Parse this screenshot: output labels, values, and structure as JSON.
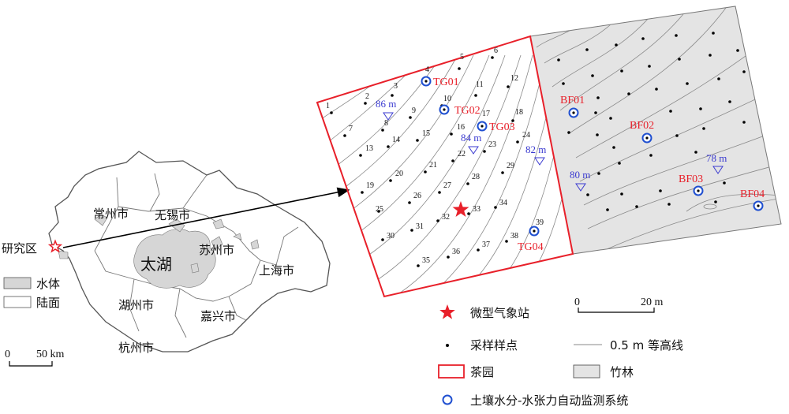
{
  "overview": {
    "cities": {
      "changzhou": "常州市",
      "wuxi": "无锡市",
      "suzhou": "苏州市",
      "shanghai": "上海市",
      "huzhou": "湖州市",
      "jiaxing": "嘉兴市",
      "hangzhou": "杭州市"
    },
    "lake": "太湖",
    "study_area": "研究区",
    "legend": {
      "water": "水体",
      "land": "陆面"
    },
    "scale": {
      "zero": "0",
      "label": "50 km"
    }
  },
  "detail": {
    "tea_sites": [
      "TG01",
      "TG02",
      "TG03",
      "TG04"
    ],
    "bamboo_sites": [
      "BF01",
      "BF02",
      "BF03",
      "BF04"
    ],
    "elevations": [
      "86 m",
      "84 m",
      "82 m",
      "80 m",
      "78 m"
    ],
    "sample_numbers": [
      "1",
      "2",
      "3",
      "4",
      "5",
      "6",
      "7",
      "8",
      "9",
      "10",
      "11",
      "12",
      "13",
      "14",
      "15",
      "16",
      "17",
      "18",
      "19",
      "20",
      "21",
      "22",
      "23",
      "24",
      "25",
      "26",
      "27",
      "28",
      "29",
      "30",
      "31",
      "32",
      "33",
      "34",
      "35",
      "36",
      "37",
      "38",
      "39"
    ],
    "scale": {
      "zero": "0",
      "label": "20 m"
    }
  },
  "legend": {
    "weather_station": "微型气象站",
    "sampling_points": "采样样点",
    "contour": "0.5 m 等高线",
    "tea_garden": "茶园",
    "bamboo_forest": "竹林",
    "monitoring_system": "土壤水分-水张力自动监测系统"
  },
  "colors": {
    "red": "#e8202a",
    "blue": "#1f4fd0",
    "elevation_blue": "#3a3ad0",
    "bamboo_fill": "#e4e4e4",
    "water_fill": "#d6d6d6",
    "contour": "#8a8a8a"
  }
}
